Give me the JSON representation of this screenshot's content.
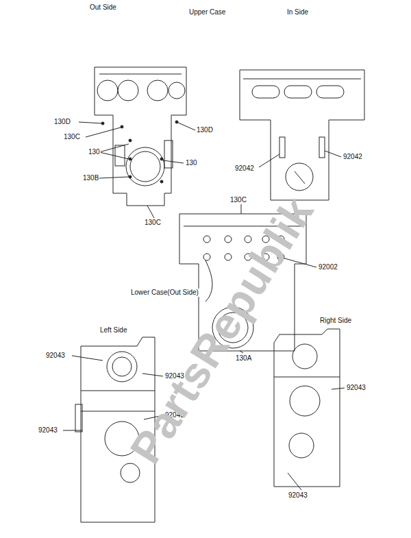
{
  "diagram": {
    "labels": [
      "Out Side",
      "Upper Case",
      "In Side",
      "130D",
      "130C",
      "130",
      "130B",
      "130D",
      "130",
      "130C",
      "92042",
      "92042",
      "130C",
      "92002",
      "Lower Case(Out Side)",
      "130A",
      "Left Side",
      "92043",
      "92043",
      "92043",
      "92043",
      "Right Side",
      "92043",
      "92043",
      "PartsRepublik"
    ]
  }
}
